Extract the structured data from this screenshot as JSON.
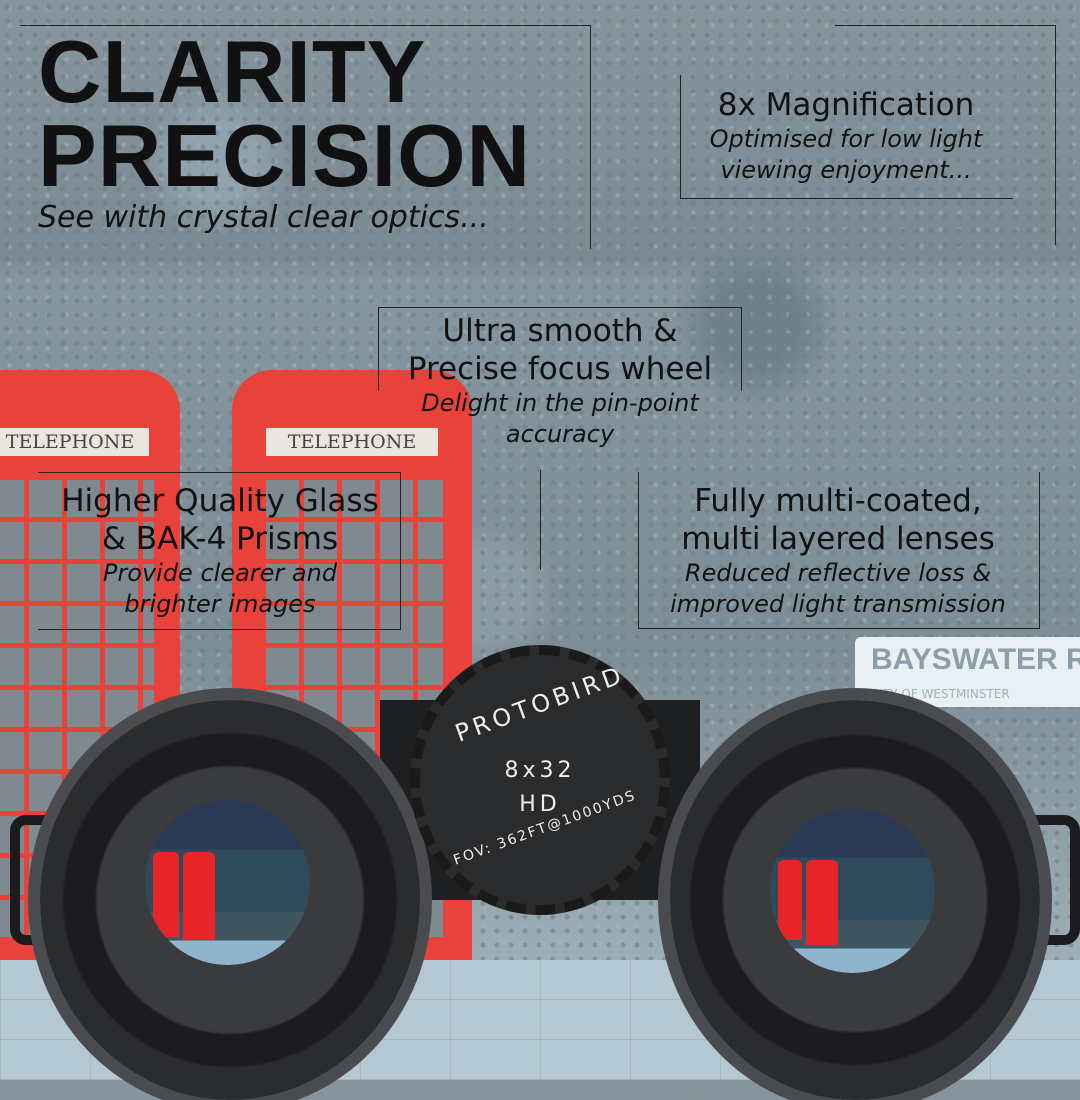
{
  "headline": {
    "line1": "CLARITY",
    "line2": "PRECISION",
    "tagline": "See with crystal clear optics..."
  },
  "features": [
    {
      "title_lines": [
        "8x Magnification"
      ],
      "desc_lines": [
        "Optimised for low light",
        "viewing enjoyment..."
      ]
    },
    {
      "title_lines": [
        "Ultra smooth &",
        "Precise focus wheel"
      ],
      "desc_lines": [
        "Delight in the pin-point",
        "accuracy"
      ]
    },
    {
      "title_lines": [
        "Higher Quality Glass",
        "& BAK-4 Prisms"
      ],
      "desc_lines": [
        "Provide clearer and",
        "brighter images"
      ]
    },
    {
      "title_lines": [
        "Fully multi-coated,",
        "multi layered lenses"
      ],
      "desc_lines": [
        "Reduced reflective loss &",
        "improved light transmission"
      ]
    }
  ],
  "product": {
    "brand": "PROTOBIRD",
    "model": "8x32",
    "variant": "HD",
    "fov": "FOV: 362FT@1000YDS"
  },
  "scene": {
    "booth_sign": "TELEPHONE",
    "street_sign": "BAYSWATER ROA",
    "street_sub": "CITY OF WESTMINSTER"
  },
  "colors": {
    "booth_red": "#e8423a",
    "binocular": "#2a2b2d",
    "background": "#86959d"
  }
}
